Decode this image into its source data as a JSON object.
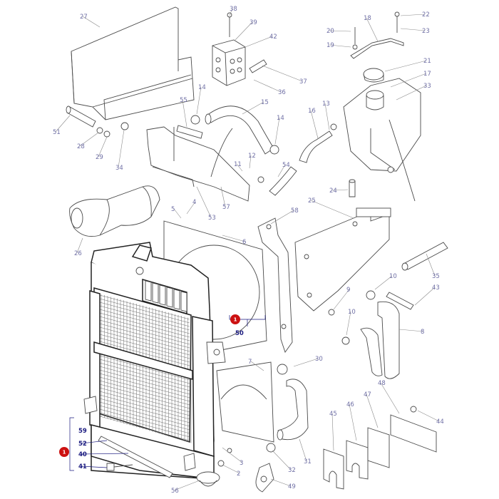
{
  "diagram": {
    "callouts": [
      {
        "id": "27",
        "text": "27"
      },
      {
        "id": "38",
        "text": "38"
      },
      {
        "id": "39",
        "text": "39"
      },
      {
        "id": "42",
        "text": "42"
      },
      {
        "id": "37",
        "text": "37"
      },
      {
        "id": "36",
        "text": "36"
      },
      {
        "id": "18",
        "text": "18"
      },
      {
        "id": "22",
        "text": "22"
      },
      {
        "id": "23",
        "text": "23"
      },
      {
        "id": "20",
        "text": "20"
      },
      {
        "id": "19",
        "text": "19"
      },
      {
        "id": "21",
        "text": "21"
      },
      {
        "id": "17",
        "text": "17"
      },
      {
        "id": "33",
        "text": "33"
      },
      {
        "id": "14a",
        "text": "14"
      },
      {
        "id": "55",
        "text": "55"
      },
      {
        "id": "15",
        "text": "15"
      },
      {
        "id": "14b",
        "text": "14"
      },
      {
        "id": "16",
        "text": "16"
      },
      {
        "id": "13",
        "text": "13"
      },
      {
        "id": "51",
        "text": "51"
      },
      {
        "id": "28",
        "text": "28"
      },
      {
        "id": "29",
        "text": "29"
      },
      {
        "id": "34",
        "text": "34"
      },
      {
        "id": "11",
        "text": "11"
      },
      {
        "id": "12",
        "text": "12"
      },
      {
        "id": "54",
        "text": "54"
      },
      {
        "id": "24",
        "text": "24"
      },
      {
        "id": "5",
        "text": "5"
      },
      {
        "id": "4",
        "text": "4"
      },
      {
        "id": "53",
        "text": "53"
      },
      {
        "id": "57",
        "text": "57"
      },
      {
        "id": "58",
        "text": "58"
      },
      {
        "id": "25",
        "text": "25"
      },
      {
        "id": "26",
        "text": "26"
      },
      {
        "id": "6",
        "text": "6"
      },
      {
        "id": "35",
        "text": "35"
      },
      {
        "id": "10a",
        "text": "10"
      },
      {
        "id": "43",
        "text": "43"
      },
      {
        "id": "9",
        "text": "9"
      },
      {
        "id": "10b",
        "text": "10"
      },
      {
        "id": "8",
        "text": "8"
      },
      {
        "id": "50",
        "text": "50"
      },
      {
        "id": "30",
        "text": "30"
      },
      {
        "id": "7",
        "text": "7"
      },
      {
        "id": "48",
        "text": "48"
      },
      {
        "id": "47",
        "text": "47"
      },
      {
        "id": "46",
        "text": "46"
      },
      {
        "id": "45",
        "text": "45"
      },
      {
        "id": "44",
        "text": "44"
      },
      {
        "id": "59",
        "text": "59"
      },
      {
        "id": "52",
        "text": "52"
      },
      {
        "id": "40",
        "text": "40"
      },
      {
        "id": "41",
        "text": "41"
      },
      {
        "id": "3",
        "text": "3"
      },
      {
        "id": "31",
        "text": "31"
      },
      {
        "id": "32",
        "text": "32"
      },
      {
        "id": "2",
        "text": "2"
      },
      {
        "id": "56",
        "text": "56"
      },
      {
        "id": "49",
        "text": "49"
      }
    ],
    "badges": [
      {
        "id": "b1",
        "text": "1"
      },
      {
        "id": "b2",
        "text": "1"
      }
    ],
    "colors": {
      "label": "#6f6fa5",
      "highlight_label": "#1b1b80",
      "badge": "#cc1111",
      "line": "#4a4a4a"
    }
  }
}
